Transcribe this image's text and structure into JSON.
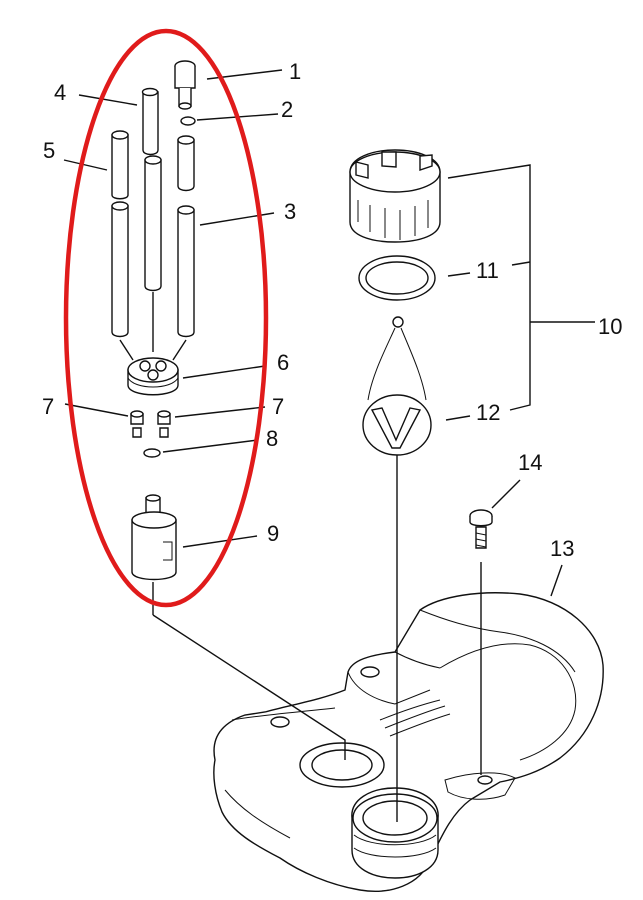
{
  "callouts": {
    "c1": "1",
    "c2": "2",
    "c3": "3",
    "c4": "4",
    "c5": "5",
    "c6": "6",
    "c7a": "7",
    "c7b": "7",
    "c8": "8",
    "c9": "9",
    "c10": "10",
    "c11": "11",
    "c12": "12",
    "c13": "13",
    "c14": "14"
  },
  "colors": {
    "highlight": "#e01b1b",
    "line": "#111111",
    "background": "#ffffff"
  }
}
